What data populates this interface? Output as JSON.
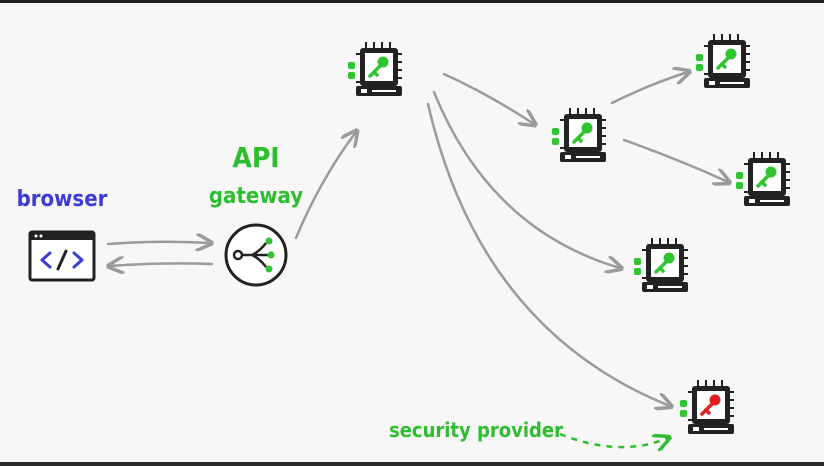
{
  "labels": {
    "browser": "browser",
    "api_line1": "API",
    "api_line2": "gateway",
    "security_provider": "security provider"
  },
  "icons": {
    "browser": "code-window-icon",
    "gateway": "gateway-branch-icon",
    "service": "chip-server-key-icon",
    "security": "chip-server-red-key-icon"
  },
  "colors": {
    "background": "#f7f7f7",
    "browser_label": "#3b3bd6",
    "gateway_label": "#2ebd2e",
    "security_label": "#2ebd2e",
    "arrow": "#9b9b9b",
    "key_green": "#2ec52e",
    "key_red": "#e02020",
    "chip_dark": "#222222"
  }
}
